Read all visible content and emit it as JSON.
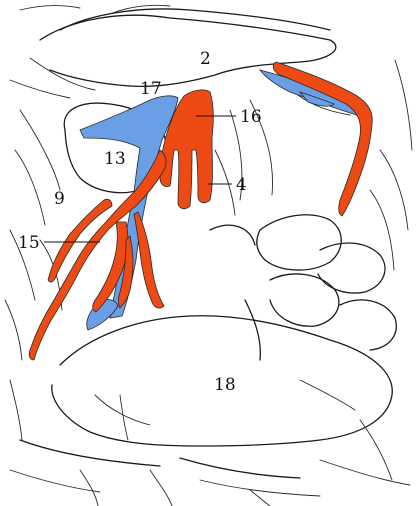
{
  "labels": {
    "l2": "2",
    "l17": "17",
    "l16": "16",
    "l13": "13",
    "l4": "4",
    "l9": "9",
    "l15": "15",
    "l18": "18"
  },
  "colors": {
    "artery": "#ee4b14",
    "vein": "#6a9fe6",
    "outline": "#1a1a1a",
    "background": "#ffffff"
  }
}
